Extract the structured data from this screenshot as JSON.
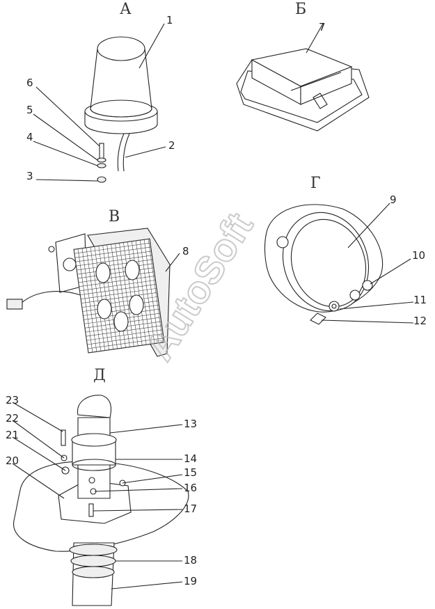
{
  "sections": {
    "a": "А",
    "b": "Б",
    "v": "В",
    "g": "Г",
    "d": "Д"
  },
  "callouts": [
    "1",
    "2",
    "3",
    "4",
    "5",
    "6",
    "7",
    "8",
    "9",
    "10",
    "11",
    "12",
    "13",
    "14",
    "15",
    "16",
    "17",
    "18",
    "19",
    "20",
    "21",
    "22",
    "23"
  ],
  "watermark": "AutoSoft"
}
